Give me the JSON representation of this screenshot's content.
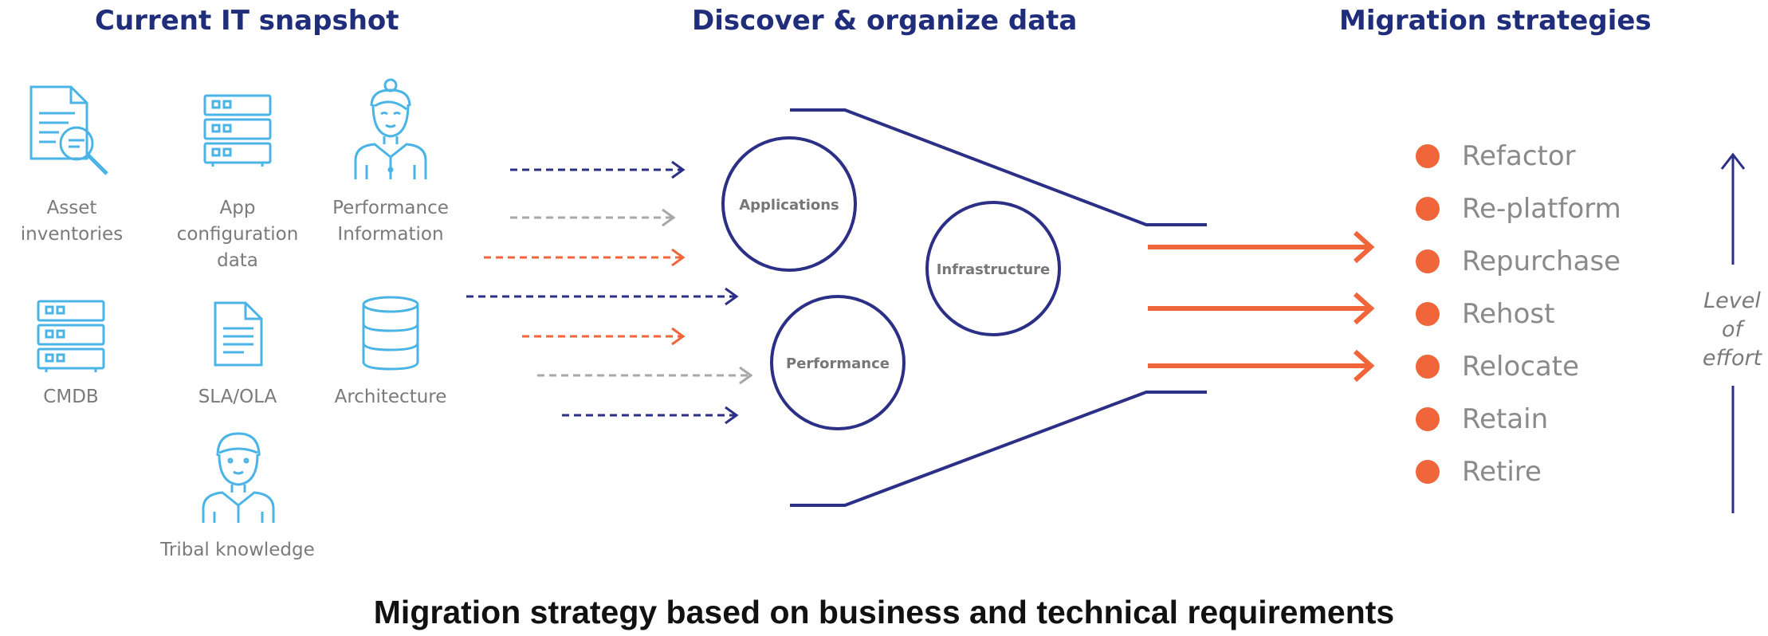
{
  "headings": {
    "snapshot": "Current IT snapshot",
    "discover": "Discover & organize data",
    "strategies": "Migration strategies"
  },
  "sources": {
    "asset_inventories": "Asset inventories",
    "app_config_1": "App",
    "app_config_2": "configuration",
    "app_config_3": "data",
    "performance_info_1": "Performance",
    "performance_info_2": "Information",
    "cmdb": "CMDB",
    "sla_ola": "SLA/OLA",
    "architecture": "Architecture",
    "tribal_knowledge": "Tribal knowledge"
  },
  "circles": {
    "applications": "Applications",
    "infrastructure": "Infrastructure",
    "performance": "Performance"
  },
  "strategies": [
    "Refactor",
    "Re-platform",
    "Repurchase",
    "Rehost",
    "Relocate",
    "Retain",
    "Retire"
  ],
  "level_of_effort": [
    "Level",
    "of",
    "effort"
  ],
  "footer": "Migration strategy based on business and technical requirements",
  "colors": {
    "navy": "#2b2f86",
    "orange": "#f0653a",
    "gray": "#a8a8a8",
    "icon_blue": "#4bb4e6",
    "heading": "#1f2d7a"
  },
  "icons": [
    "document-search-icon",
    "server-icon",
    "person-female-icon",
    "server-icon",
    "document-icon",
    "database-icon",
    "person-male-icon"
  ]
}
